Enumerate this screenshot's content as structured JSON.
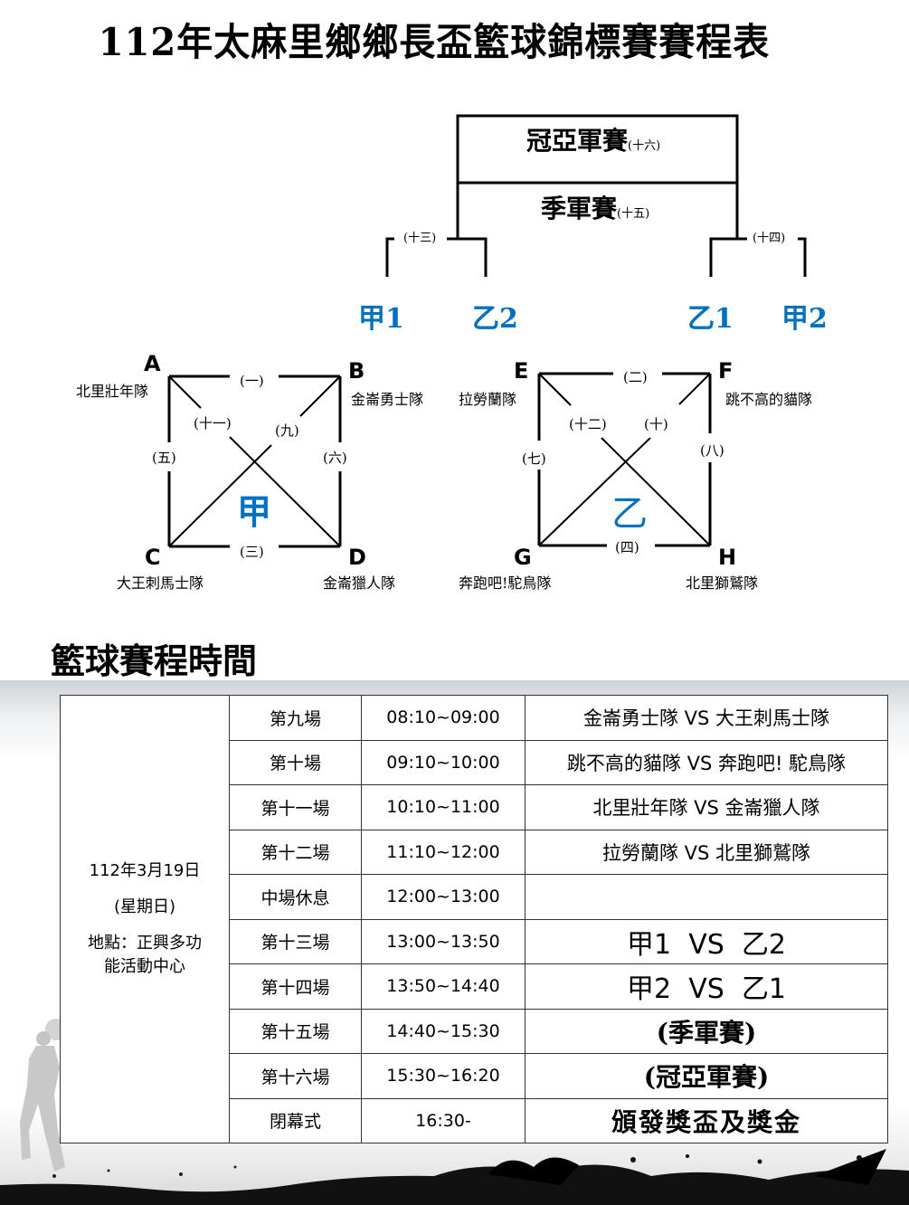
{
  "title": "112年太麻里鄉鄉長盃籃球錦標賽賽程表",
  "bracket": {
    "final": {
      "label": "冠亞軍賽",
      "game": "(十六)"
    },
    "third_place": {
      "label": "季軍賽",
      "game": "(十五)"
    },
    "semi_left": {
      "game": "(十三)",
      "teams": [
        "甲1",
        "乙2"
      ]
    },
    "semi_right": {
      "game": "(十四)",
      "teams": [
        "乙1",
        "甲2"
      ]
    }
  },
  "groups": [
    {
      "name": "甲",
      "corners": [
        {
          "letter": "A",
          "team": "北里壯年隊"
        },
        {
          "letter": "B",
          "team": "金崙勇士隊"
        },
        {
          "letter": "C",
          "team": "大王刺馬士隊"
        },
        {
          "letter": "D",
          "team": "金崙獵人隊"
        }
      ],
      "games": {
        "top": "(一)",
        "bottom": "(三)",
        "left": "(五)",
        "right": "(六)",
        "diag_ad": "(十一)",
        "diag_bc": "(九)"
      }
    },
    {
      "name": "乙",
      "corners": [
        {
          "letter": "E",
          "team": "拉勞蘭隊"
        },
        {
          "letter": "F",
          "team": "跳不高的貓隊"
        },
        {
          "letter": "G",
          "team": "奔跑吧!駝鳥隊"
        },
        {
          "letter": "H",
          "team": "北里獅鷲隊"
        }
      ],
      "games": {
        "top": "(二)",
        "bottom": "(四)",
        "left": "(七)",
        "right": "(八)",
        "diag_eh": "(十二)",
        "diag_fg": "(十)"
      }
    }
  ],
  "schedule": {
    "title": "籃球賽程時間",
    "date": "112年3月19日",
    "weekday": "(星期日)",
    "venue_line1": "地點：正興多功",
    "venue_line2": "能活動中心",
    "rows": [
      {
        "game": "第九場",
        "time": "08:10~09:00",
        "match": "金崙勇士隊 VS 大王刺馬士隊"
      },
      {
        "game": "第十場",
        "time": "09:10~10:00",
        "match": "跳不高的貓隊 VS 奔跑吧! 駝鳥隊"
      },
      {
        "game": "第十一場",
        "time": "10:10~11:00",
        "match": "北里壯年隊 VS 金崙獵人隊"
      },
      {
        "game": "第十二場",
        "time": "11:10~12:00",
        "match": "拉勞蘭隊 VS 北里獅鷲隊"
      },
      {
        "game": "中場休息",
        "time": "12:00~13:00",
        "match": ""
      },
      {
        "game": "第十三場",
        "time": "13:00~13:50",
        "match": "甲1  VS  乙2"
      },
      {
        "game": "第十四場",
        "time": "13:50~14:40",
        "match": "甲2  VS  乙1"
      },
      {
        "game": "第十五場",
        "time": "14:40~15:30",
        "match": "(季軍賽)"
      },
      {
        "game": "第十六場",
        "time": "15:30~16:20",
        "match": "(冠亞軍賽)"
      },
      {
        "game": "閉幕式",
        "time": "16:30-",
        "match": "頒發獎盃及獎金"
      }
    ]
  },
  "colors": {
    "accent_blue": "#0070c0",
    "line": "#000000"
  }
}
